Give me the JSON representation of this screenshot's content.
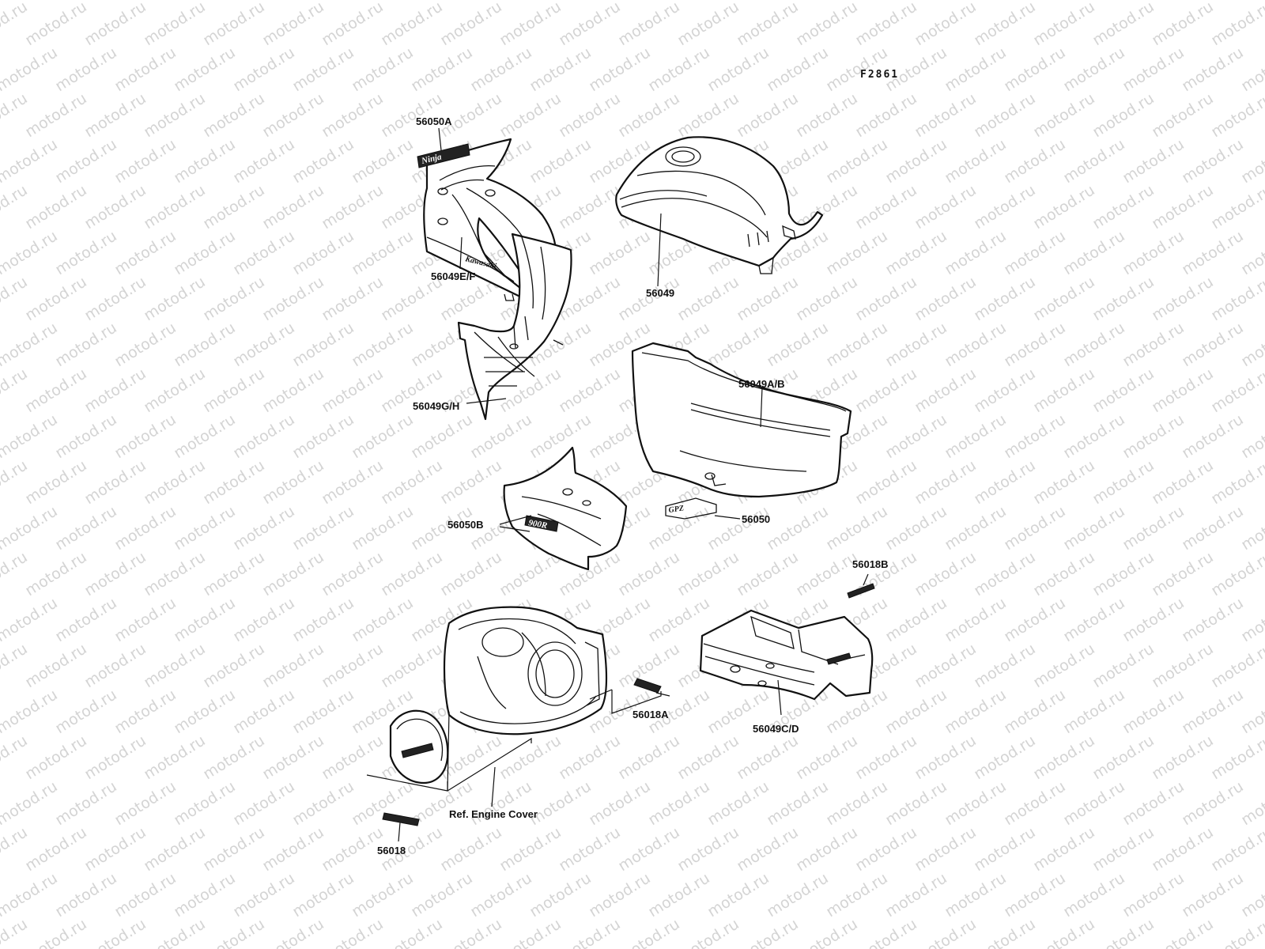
{
  "diagram": {
    "figure_code": "F2861",
    "watermark_text": "motod.ru",
    "parts": [
      {
        "id": "56050A",
        "label": "56050A"
      },
      {
        "id": "56049EF",
        "label": "56049E/F"
      },
      {
        "id": "56049",
        "label": "56049"
      },
      {
        "id": "56049GH",
        "label": "56049G/H"
      },
      {
        "id": "56049AB",
        "label": "56049A/B"
      },
      {
        "id": "56050B",
        "label": "56050B"
      },
      {
        "id": "56050",
        "label": "56050"
      },
      {
        "id": "56018B",
        "label": "56018B"
      },
      {
        "id": "56018A",
        "label": "56018A"
      },
      {
        "id": "56049CD",
        "label": "56049C/D"
      },
      {
        "id": "56018",
        "label": "56018"
      }
    ],
    "reference_label": "Ref. Engine Cover",
    "colors": {
      "line": "#111111",
      "background": "#ffffff",
      "watermark": "#d4d4d4"
    }
  }
}
